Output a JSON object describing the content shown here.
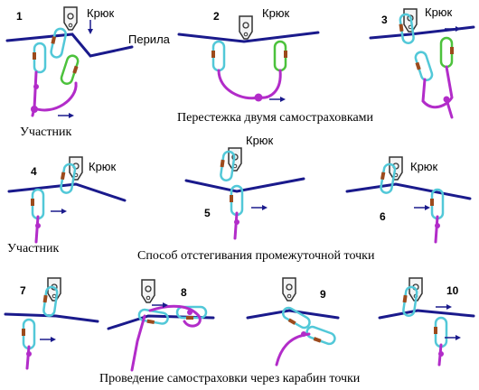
{
  "labels": {
    "hook": "Крюк",
    "railing": "Перила",
    "participant": "Участник",
    "caption_row1": "Перестежка двумя самостраховками",
    "caption_row2": "Способ отстегивания промежуточной точки",
    "caption_row3": "Проведение самостраховки через карабин точки"
  },
  "steps": [
    "1",
    "2",
    "3",
    "4",
    "5",
    "6",
    "7",
    "8",
    "9",
    "10"
  ],
  "colors": {
    "railing": "#1a1a8c",
    "rope": "#b22cc9",
    "carabiner_cyan": "#52c8d8",
    "carabiner_green": "#4cc23c",
    "gate": "#9c4a1c"
  },
  "icons": [
    "piton-hook-icon",
    "carabiner-icon",
    "arrow-right-icon",
    "arrow-down-icon"
  ]
}
